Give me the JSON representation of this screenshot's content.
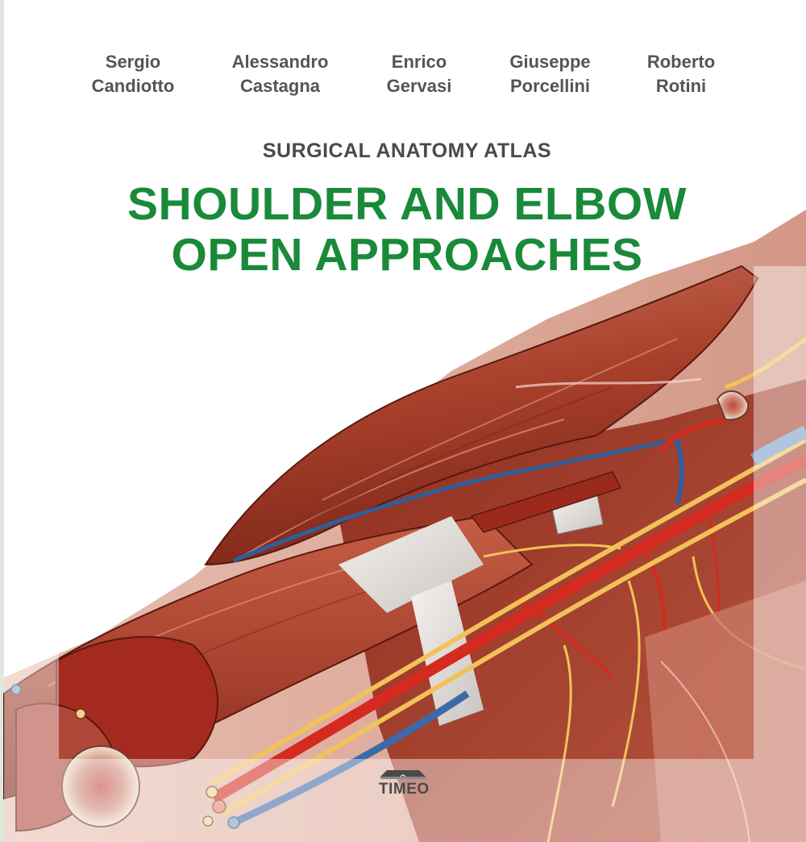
{
  "cover": {
    "authors": [
      {
        "first": "Sergio",
        "last": "Candiotto"
      },
      {
        "first": "Alessandro",
        "last": "Castagna"
      },
      {
        "first": "Enrico",
        "last": "Gervasi"
      },
      {
        "first": "Giuseppe",
        "last": "Porcellini"
      },
      {
        "first": "Roberto",
        "last": "Rotini"
      }
    ],
    "series_title": "SURGICAL ANATOMY ATLAS",
    "title_line_1": "SHOULDER AND ELBOW",
    "title_line_2": "OPEN APPROACHES",
    "publisher": "TIMEO",
    "illustration": "anatomical-illustration-shoulder-axilla-muscles-arteries-veins-nerves"
  },
  "colors": {
    "title_green": "#1a8a3a",
    "text_gray": "#555555",
    "background": "#ffffff",
    "muscle_red": "#b5402e",
    "artery_red": "#d42a1f",
    "vein_blue": "#2f5f9e",
    "nerve_yellow": "#f2c25a",
    "tendon_white": "#e9e6e3"
  }
}
